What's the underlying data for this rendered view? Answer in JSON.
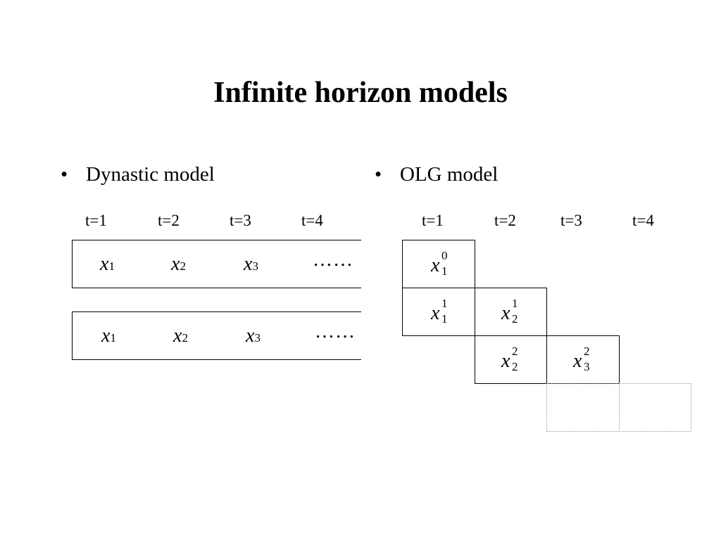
{
  "title": "Infinite horizon models",
  "left": {
    "bullet": "Dynastic model",
    "time_labels": [
      "t=1",
      "t=2",
      "t=3",
      "t=4"
    ],
    "rows": [
      {
        "vars": [
          {
            "base": "x",
            "sub": "1"
          },
          {
            "base": "x",
            "sub": "2"
          },
          {
            "base": "x",
            "sub": "3"
          }
        ],
        "ellipsis": "……"
      },
      {
        "vars": [
          {
            "base": "x",
            "sub": "1"
          },
          {
            "base": "x",
            "sub": "2"
          },
          {
            "base": "x",
            "sub": "3"
          }
        ],
        "ellipsis": "……"
      }
    ]
  },
  "right": {
    "bullet": "OLG model",
    "time_labels": [
      "t=1",
      "t=2",
      "t=3",
      "t=4"
    ],
    "cells": [
      {
        "base": "x",
        "sub": "1",
        "sup": "0"
      },
      {
        "base": "x",
        "sub": "1",
        "sup": "1"
      },
      {
        "base": "x",
        "sub": "2",
        "sup": "1"
      },
      {
        "base": "x",
        "sub": "2",
        "sup": "2"
      },
      {
        "base": "x",
        "sub": "3",
        "sup": "2"
      }
    ]
  },
  "bullet_symbol": "•"
}
